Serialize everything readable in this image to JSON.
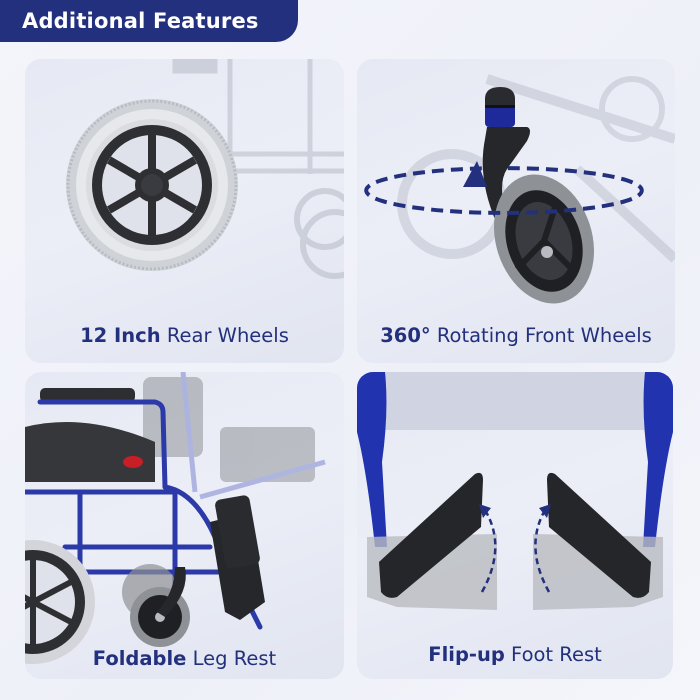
{
  "header": {
    "title": "Additional Features"
  },
  "colors": {
    "brand_navy": "#22307d",
    "page_background": "#f3f4fb",
    "card_background": "#e6e9f3",
    "frame_blue": "#2b3aa8"
  },
  "features": [
    {
      "bold": "12 Inch",
      "label": " Rear Wheels",
      "image": "rear-wheel-illustration"
    },
    {
      "bold": "360°",
      "label": " Rotating Front Wheels",
      "image": "caster-wheel-illustration"
    },
    {
      "bold": "Foldable",
      "label": " Leg Rest",
      "image": "wheelchair-leg-rest-illustration"
    },
    {
      "bold": "Flip-up",
      "label": " Foot Rest",
      "image": "flip-up-foot-rest-illustration"
    }
  ]
}
